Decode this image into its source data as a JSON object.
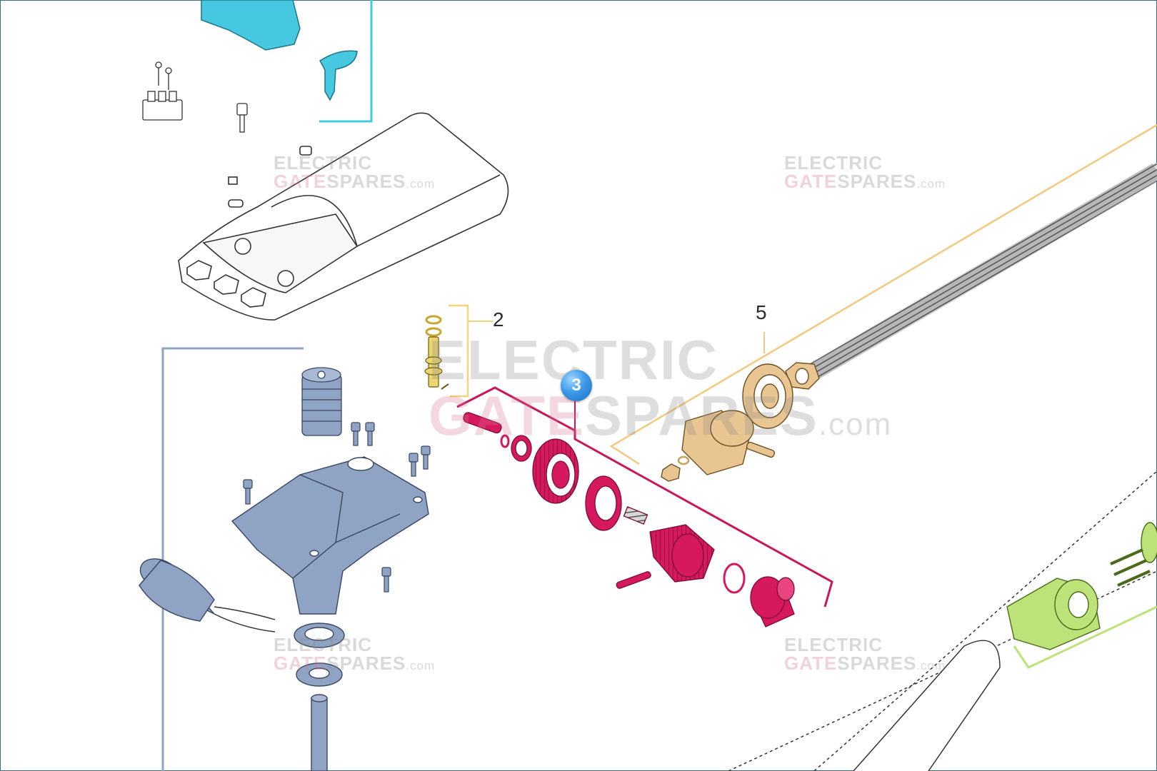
{
  "diagram": {
    "callouts": [
      {
        "id": "group-2",
        "label": "2",
        "color": "#f2d47a"
      },
      {
        "id": "group-3",
        "label": "3",
        "color": "#c8175d"
      },
      {
        "id": "group-5",
        "label": "5",
        "color": "#f2c97e"
      }
    ],
    "hotspot": {
      "label": "3",
      "color": "#3c9ae8"
    },
    "part_colors": {
      "cover_parts": "#46c8e0",
      "gearbox_housing": "#8fa3c4",
      "gear_train": "#d6195f",
      "nut_and_bearing": "#e9c591",
      "pinion_shaft": "#ecd66e",
      "end_bracket": "#bde27a",
      "line_art": "#333333"
    }
  },
  "watermark": {
    "line1": "ELECTRIC",
    "line2_gate": "GATE",
    "line2_spares": "SPARES",
    "line2_domain": ".com"
  }
}
